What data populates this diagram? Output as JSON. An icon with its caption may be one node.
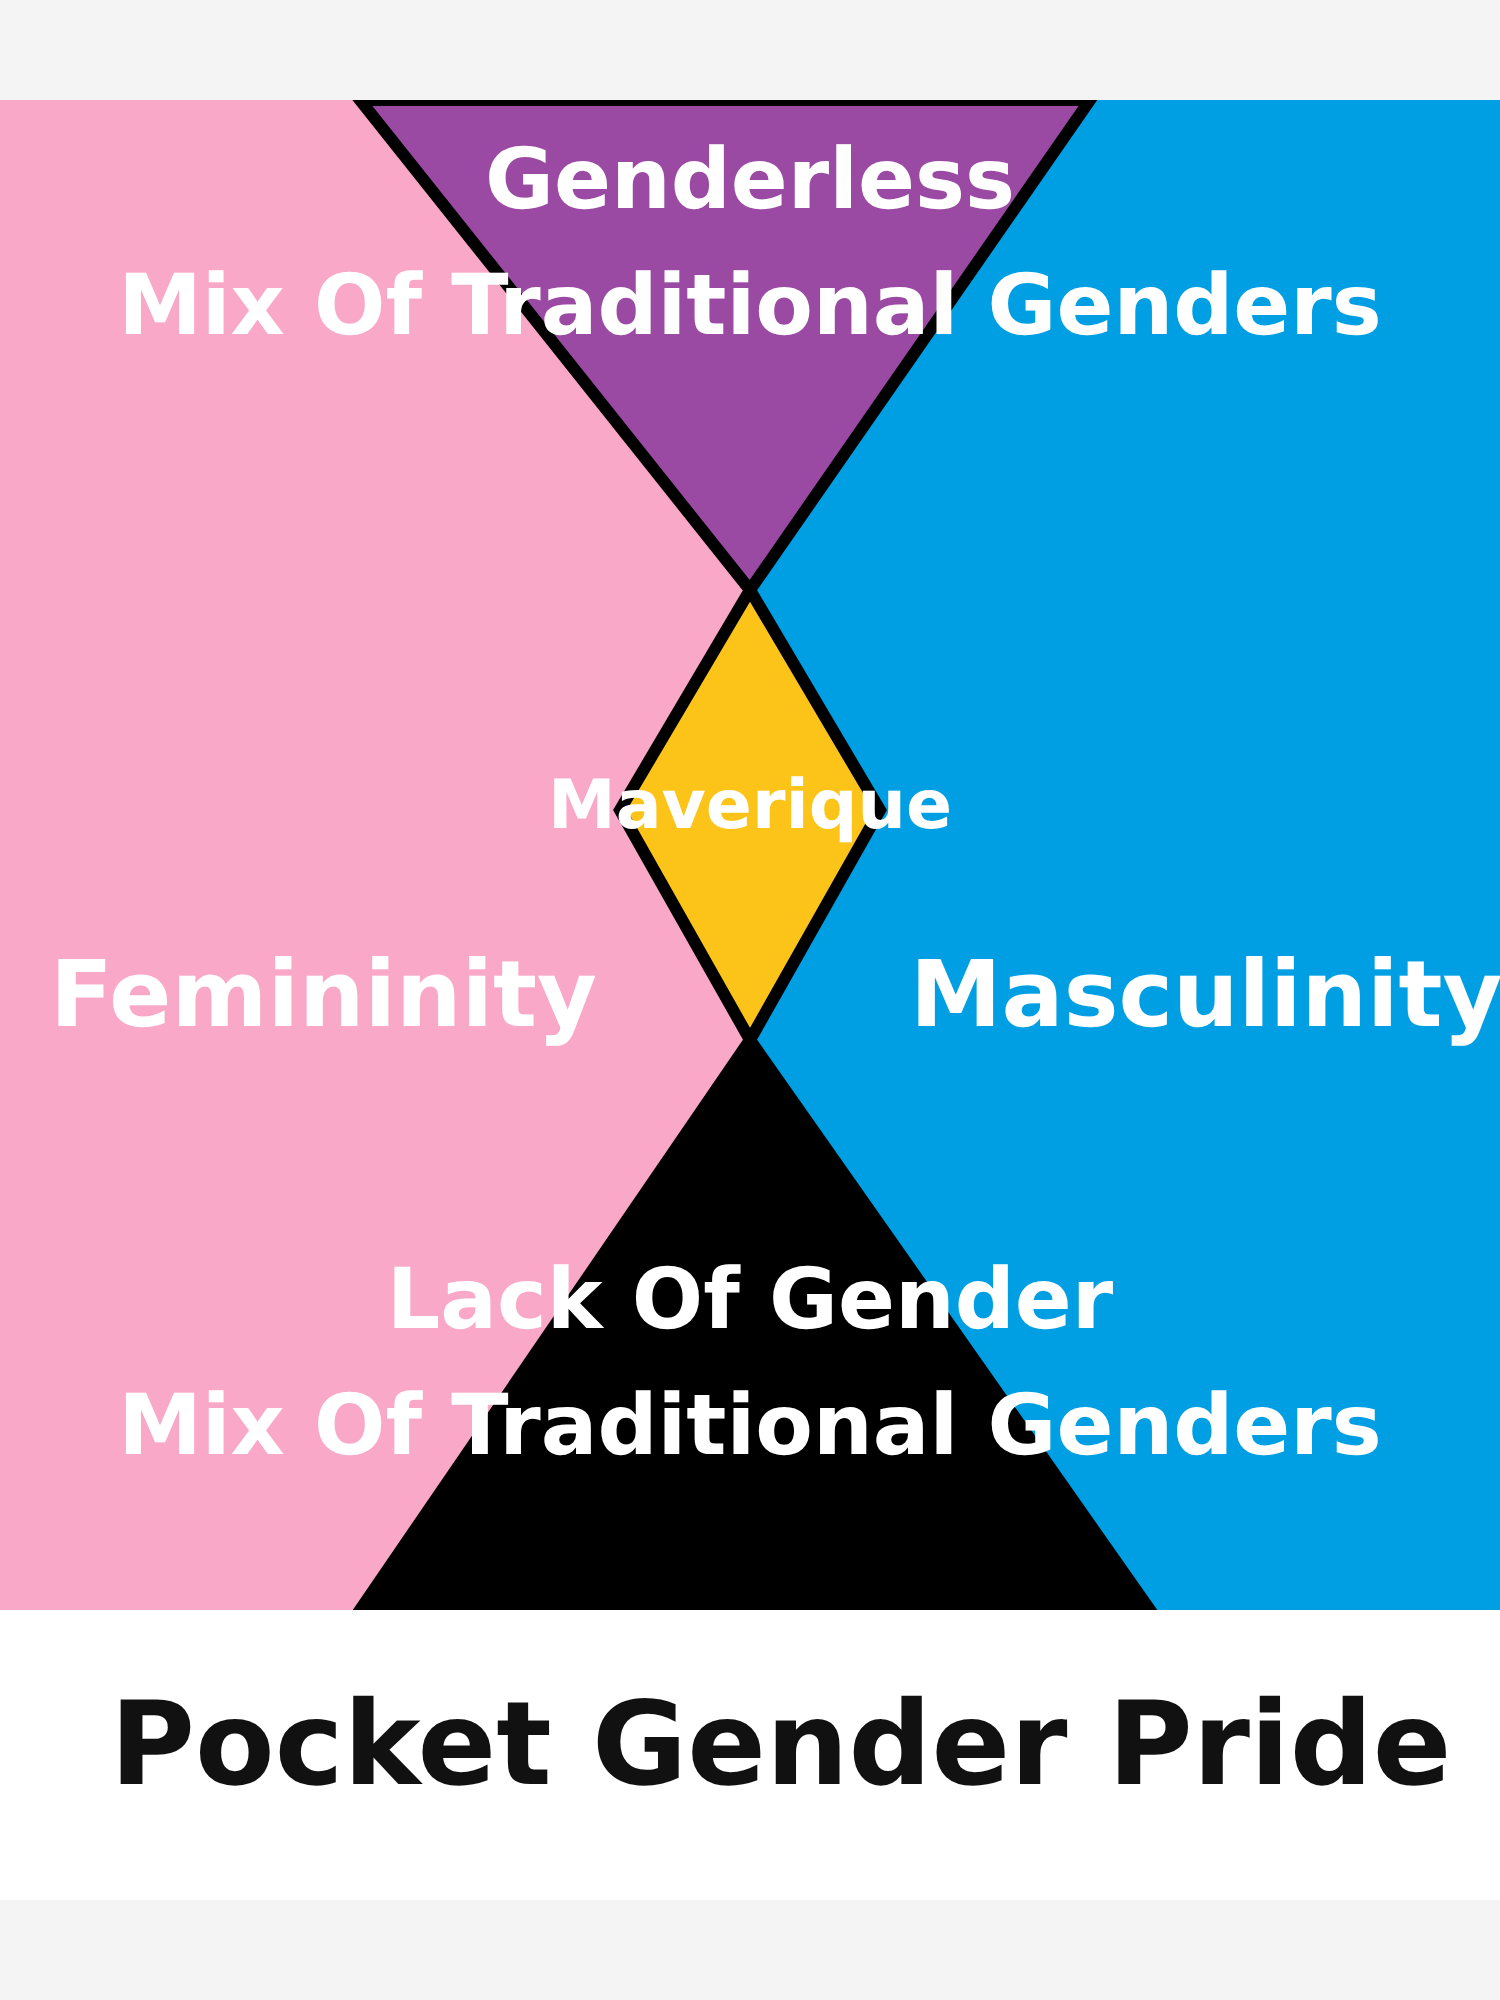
{
  "diagram": {
    "caption": "Pocket Gender Pride",
    "nodes": [
      {
        "text": [
          "Genderless",
          "Mix Of Traditional Genders"
        ]
      },
      {
        "text": [
          "Maverique"
        ]
      },
      {
        "text": [
          "Femininity"
        ]
      },
      {
        "text": [
          "Masculinity"
        ]
      },
      {
        "text": [
          "Lack Of Gender",
          "Mix Of Traditional Genders"
        ]
      }
    ]
  }
}
